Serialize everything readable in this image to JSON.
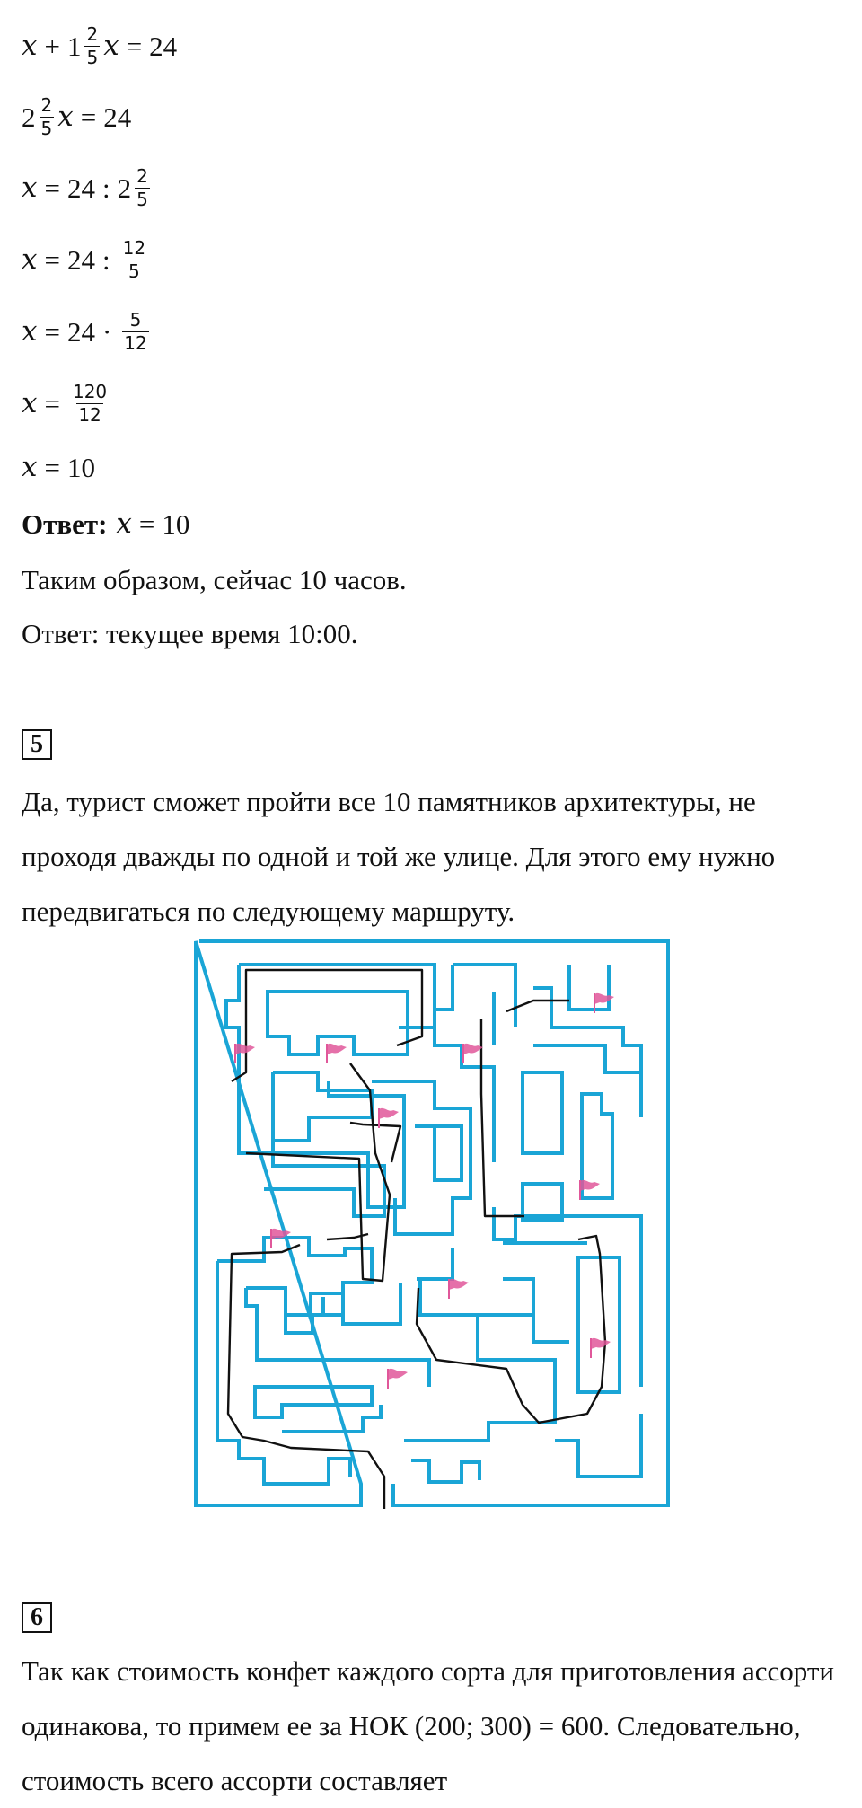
{
  "solution": {
    "x_var": "x",
    "num_24": "24",
    "num_1": "1",
    "num_2": "2",
    "num_10": "10",
    "frac_2_5": {
      "num": "2",
      "den": "5"
    },
    "frac_12_5": {
      "num": "12",
      "den": "5"
    },
    "frac_5_12": {
      "num": "5",
      "den": "12"
    },
    "frac_120_12": {
      "num": "120",
      "den": "12"
    },
    "answer_label": "Ответ:",
    "conclusion": "Таким образом, сейчас 10 часов.",
    "final_answer": "Ответ: текущее время 10:00."
  },
  "task5": {
    "number": "5",
    "paragraph": "Да, турист сможет пройти все 10 памятников архитектуры, не проходя дважды по одной и той же улице. Для этого ему нужно передвигаться по следующему маршруту."
  },
  "maze": {
    "wall_color": "#1aa5d6",
    "route_color": "#111111",
    "flag_color": "#e0579a",
    "flag_icon": "flag-icon",
    "flag_count": 10
  },
  "task6": {
    "number": "6",
    "paragraph": "Так как стоимость конфет каждого сорта для приготовления ассорти одинакова, то примем ее за НОК (200; 300) = 600. Следовательно, стоимость всего ассорти составляет"
  }
}
